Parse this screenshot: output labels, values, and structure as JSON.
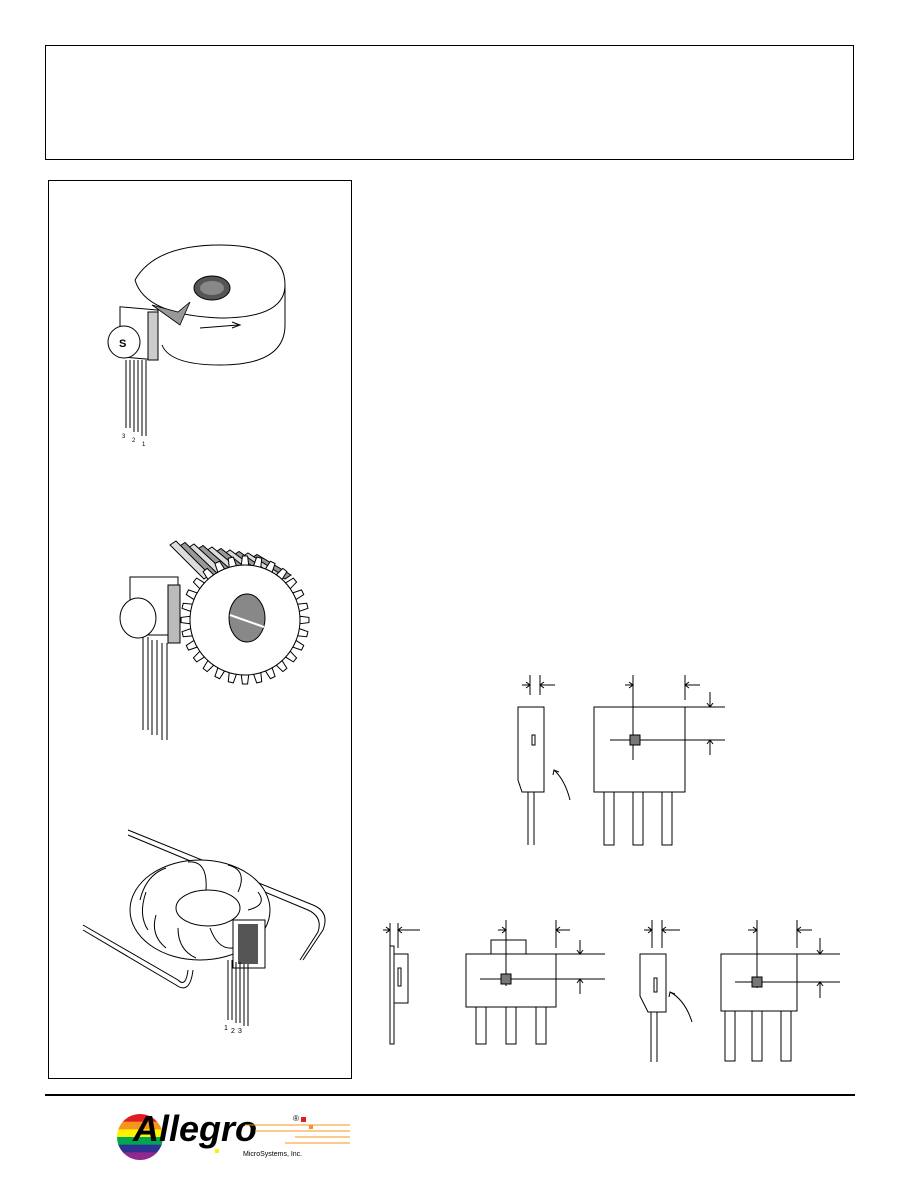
{
  "figures": {
    "ring_magnet_pins": [
      "3",
      "2",
      "1"
    ],
    "ring_magnet_pole_label": "S",
    "toroid_pins": [
      "1",
      "2",
      "3"
    ]
  },
  "logo": {
    "wordmark": "Allegro",
    "registered": "®",
    "tagline": "MicroSystems, Inc.",
    "colors": [
      "#e21c23",
      "#f7941d",
      "#fff200",
      "#00a651",
      "#2e3192",
      "#92278f"
    ]
  }
}
